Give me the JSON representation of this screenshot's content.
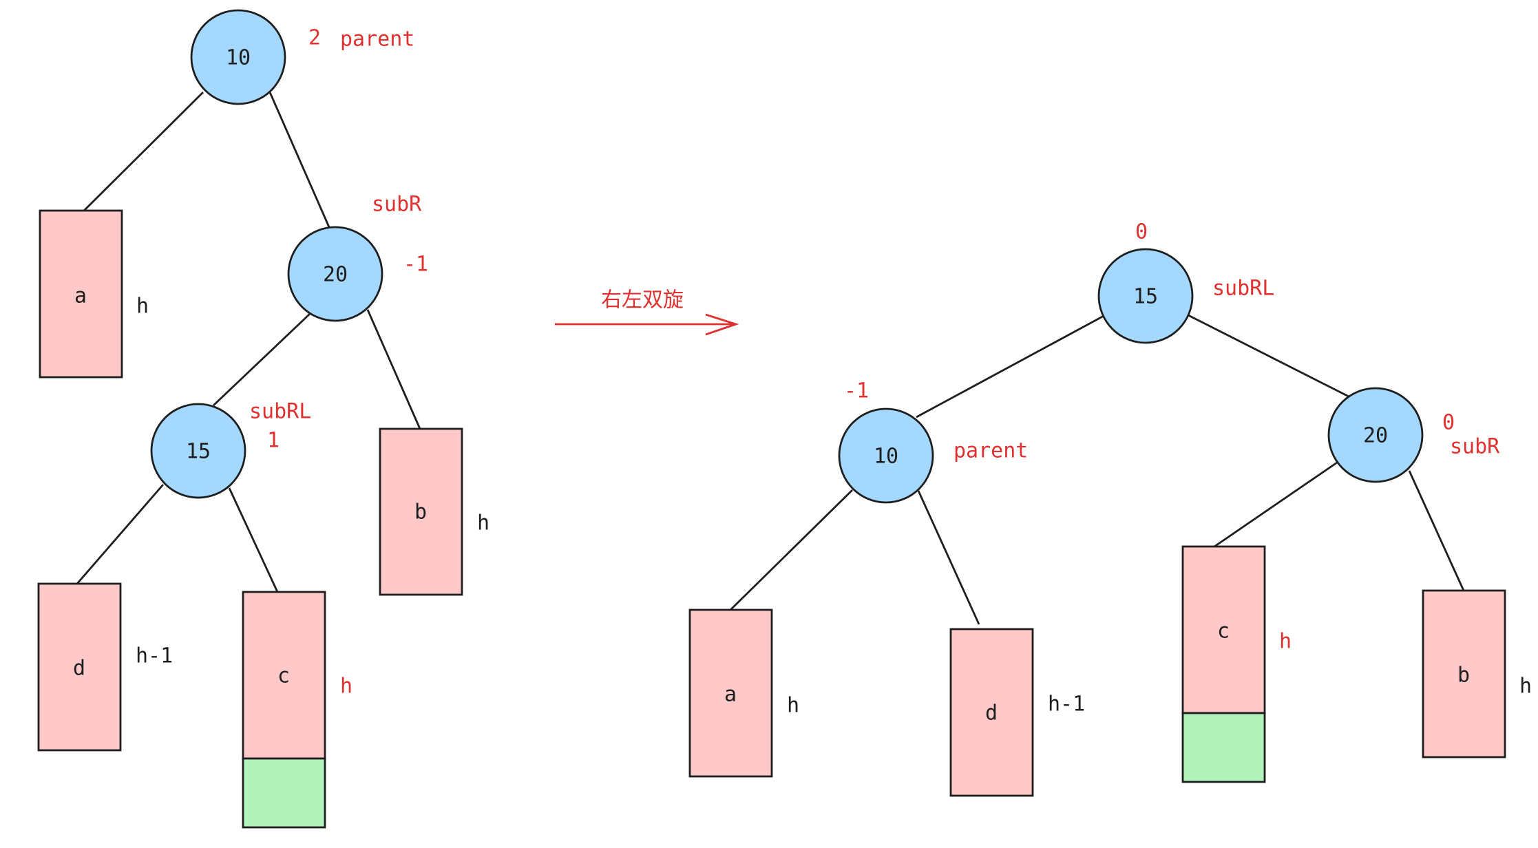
{
  "before": {
    "node_10": {
      "label": "10",
      "balance": "2",
      "role": "parent"
    },
    "node_20": {
      "label": "20",
      "balance": "-1",
      "role": "subR"
    },
    "node_15": {
      "label": "15",
      "balance": "1",
      "role": "subRL"
    },
    "subtree_a": {
      "label": "a",
      "height": "h"
    },
    "subtree_b": {
      "label": "b",
      "height": "h"
    },
    "subtree_d": {
      "label": "d",
      "height": "h-1"
    },
    "subtree_c": {
      "label": "c",
      "height": "h"
    }
  },
  "transition": {
    "label": "右左双旋"
  },
  "after": {
    "node_15": {
      "label": "15",
      "balance": "0",
      "role": "subRL"
    },
    "node_10": {
      "label": "10",
      "balance": "-1",
      "role": "parent"
    },
    "node_20": {
      "label": "20",
      "balance": "0",
      "role": "subR"
    },
    "subtree_a": {
      "label": "a",
      "height": "h"
    },
    "subtree_d": {
      "label": "d",
      "height": "h-1"
    },
    "subtree_c": {
      "label": "c",
      "height": "h"
    },
    "subtree_b": {
      "label": "b",
      "height": "h"
    }
  },
  "colors": {
    "node_fill": "#a5d8ff",
    "subtree_fill": "#ffc9c9",
    "inserted_fill": "#b2f2bb",
    "annotation": "#e03131",
    "stroke": "#1e1e1e"
  }
}
